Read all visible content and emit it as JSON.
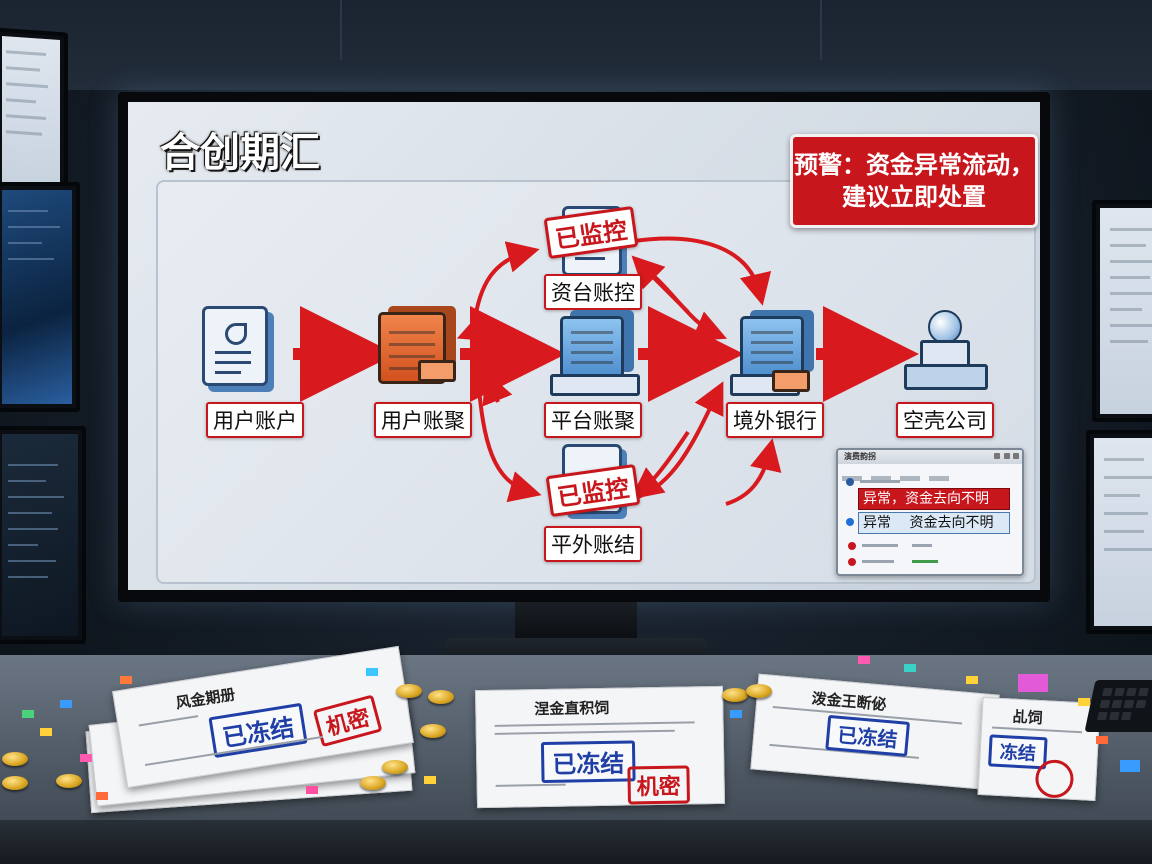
{
  "screen": {
    "title": "合创期汇",
    "warning": {
      "line1": "预警：资金异常流动，",
      "line2": "建议立即处置"
    },
    "nodes": {
      "user_account": "用户账户",
      "user_aggregate": "用户账聚",
      "fund_control": "资台账控",
      "platform_aggregate": "平台账聚",
      "platform_external": "平外账结",
      "overseas_bank": "境外银行",
      "shell_company": "空壳公司"
    },
    "badges": {
      "monitored": "已监控"
    },
    "alert_panel": {
      "title": "演费韵拐",
      "row1": "异常，资金去向不明",
      "row2_prefix": "异常",
      "row2_text": "资金去向不明"
    }
  },
  "desk": {
    "left_doc": {
      "title": "风金期册",
      "stamp_frozen": "已冻结",
      "stamp_secret": "机密"
    },
    "center_doc": {
      "title": "涅金直积饲",
      "stamp_frozen": "已冻结",
      "stamp_secret": "机密"
    },
    "right_doc": {
      "title": "泼金王断佖",
      "stamp_frozen": "已冻结"
    },
    "far_right_doc": {
      "title": "乩饲",
      "stamp_frozen": "冻结"
    }
  },
  "colors": {
    "alert_red": "#c8161d",
    "node_blue": "#4f8fcf",
    "node_orange": "#e2672f",
    "stamp_blue": "#1f3fa6"
  }
}
